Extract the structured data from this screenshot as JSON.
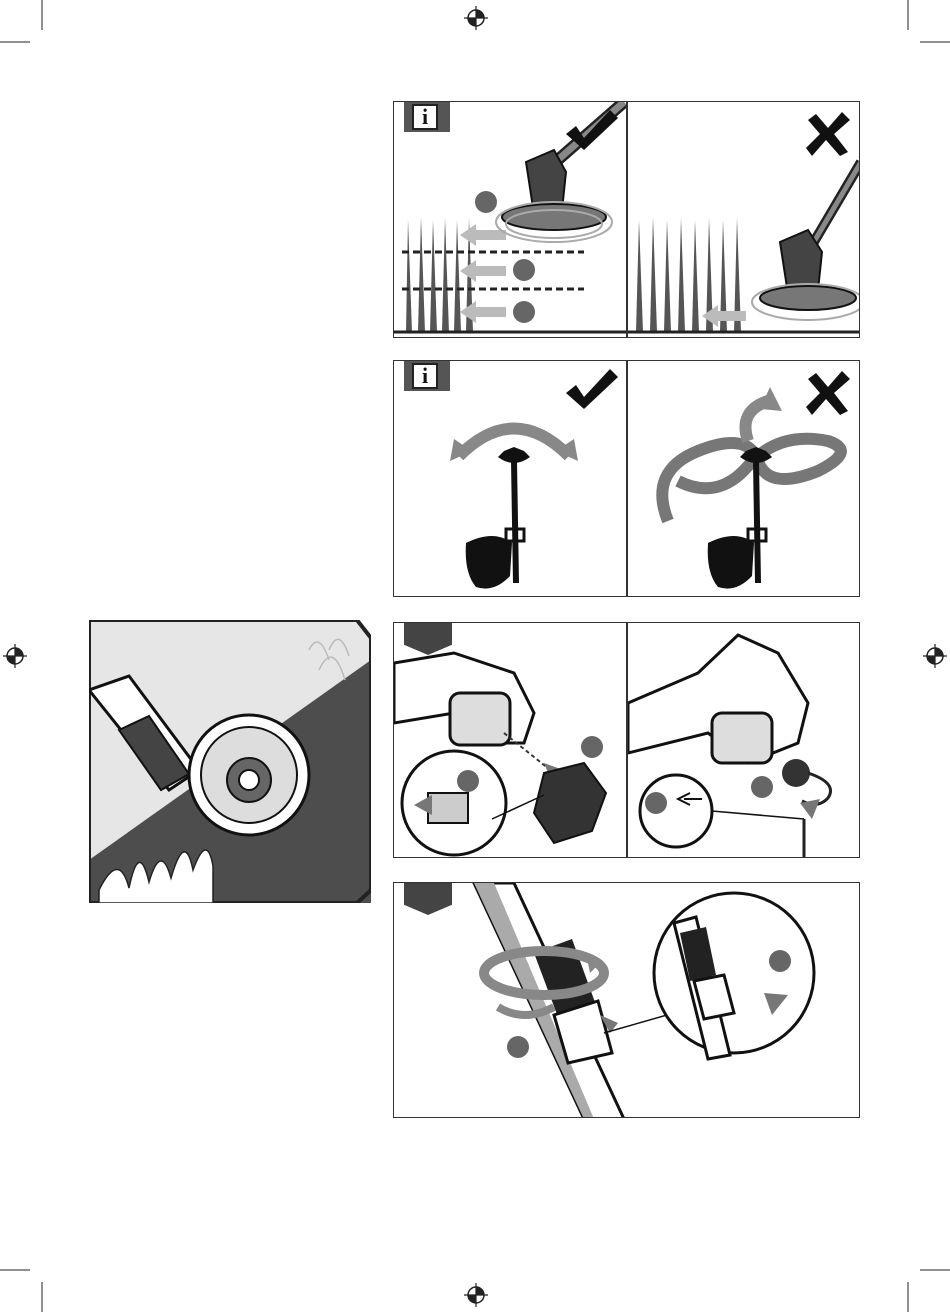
{
  "page": {
    "background": "#ffffff",
    "ink": "#2b2b2b",
    "mid_gray": "#555555",
    "light_gray": "#bdbdbd"
  },
  "markers": {
    "registration_icon": "crosshair-circle-icon",
    "crop_marks": "corner-crop-lines"
  },
  "panels": [
    {
      "id": "cut-correct",
      "badge": "info-icon",
      "verdict": "checkmark-icon",
      "badge_text": "i"
    },
    {
      "id": "cut-wrong",
      "verdict": "cross-icon"
    },
    {
      "id": "swing-correct",
      "badge": "info-icon",
      "verdict": "checkmark-icon",
      "badge_text": "i"
    },
    {
      "id": "swing-wrong",
      "verdict": "cross-icon"
    },
    {
      "id": "battery-insert",
      "badge": "step-tab"
    },
    {
      "id": "battery-plug",
      "badge": "step-tab"
    },
    {
      "id": "shaft-assembly",
      "badge": "step-tab"
    },
    {
      "id": "edge-trimming",
      "badge": "none"
    }
  ],
  "icons": {
    "check": "checkmark-icon",
    "cross": "cross-icon",
    "info": "info-icon",
    "arrow": "arrow-icon",
    "callout": "circle-callout"
  }
}
